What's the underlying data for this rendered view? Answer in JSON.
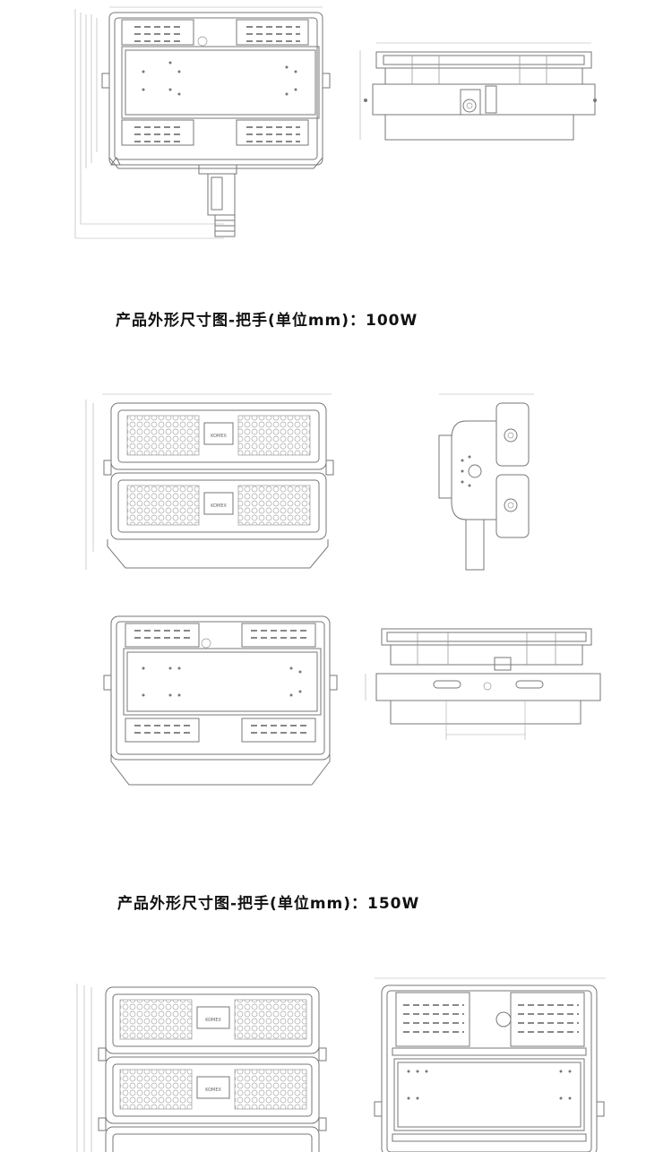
{
  "captions": {
    "caption_100w": "产品外形尺寸图-把手(单位mm)：100W",
    "caption_150w": "产品外形尺寸图-把手(单位mm)：150W"
  },
  "labels": {
    "logo_text": "KOMEX"
  }
}
